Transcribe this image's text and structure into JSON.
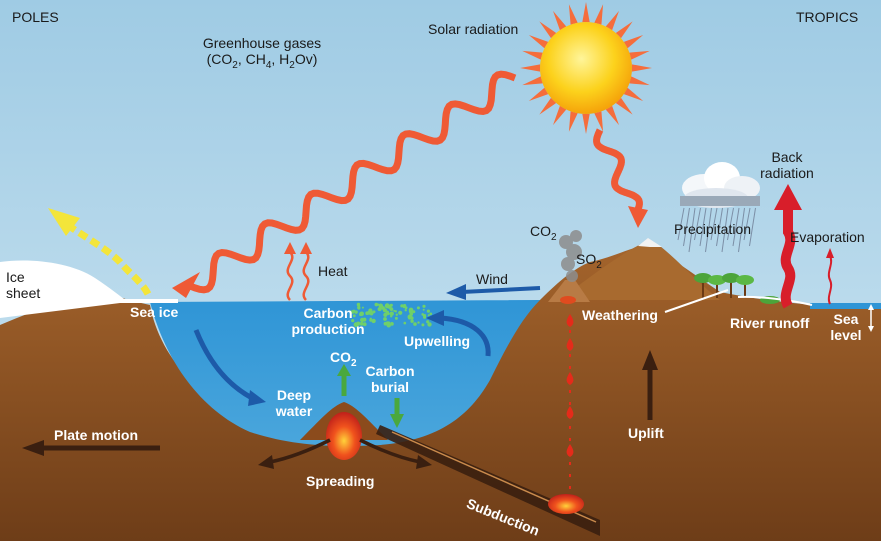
{
  "corners": {
    "left": "POLES",
    "right": "TROPICS"
  },
  "labels": {
    "greenhouse_title": "Greenhouse gases",
    "solar_radiation": "Solar radiation",
    "back_radiation": "Back\nradiation",
    "precipitation": "Precipitation",
    "evaporation": "Evaporation",
    "ice_sheet": "Ice\nsheet",
    "sea_ice": "Sea ice",
    "heat": "Heat",
    "wind": "Wind",
    "carbon_production": "Carbon\nproduction",
    "upwelling": "Upwelling",
    "weathering": "Weathering",
    "river_runoff": "River runoff",
    "sea_level": "Sea\nlevel",
    "co2_vent": "CO",
    "carbon_burial": "Carbon\nburial",
    "deep_water": "Deep\nwater",
    "plate_motion": "Plate motion",
    "uplift": "Uplift",
    "spreading": "Spreading",
    "subduction": "Subduction"
  },
  "formulas": {
    "greenhouse": {
      "co": "CO",
      "co_sub": "2",
      "ch": "CH",
      "ch_sub": "4",
      "h": "H",
      "h_sub": "2",
      "h_rest": "Ov"
    },
    "volcano": {
      "co": "CO",
      "co_sub": "2",
      "so": "SO",
      "so_sub": "2"
    },
    "vent_sub": "2"
  },
  "colors": {
    "sky": "#a9d2e7",
    "ocean": "#2f8fcf",
    "earth": "#9a5a26",
    "radiation": "#ef5a35",
    "sun": "#f9b20a",
    "yellow_arrow": "#f3e53a",
    "flow_arrow": "#1d5aa8",
    "plate_arrow": "#3a1f10",
    "green_arrow": "#4aa83e",
    "magma": "#e52b1a"
  }
}
